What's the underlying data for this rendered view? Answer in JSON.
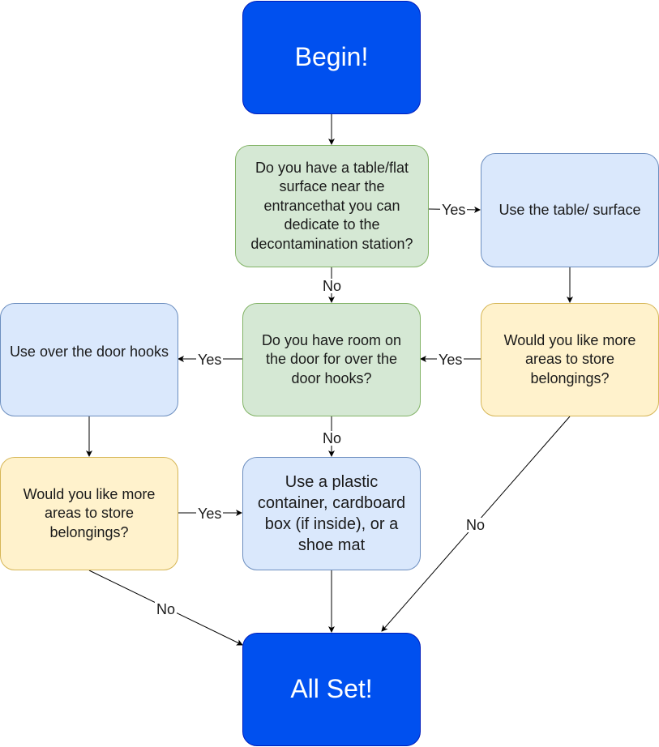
{
  "nodes": {
    "begin": "Begin!",
    "q_table": "Do you have a table/flat surface near the entrancethat you can dedicate to the decontamination station?",
    "use_table": "Use the table/ surface",
    "q_room_door": "Do you have room on the door for over the door hooks?",
    "use_hooks": "Use over the door hooks",
    "q_more_right": "Would you like more areas to store belongings?",
    "q_more_left": "Would you like more areas to store belongings?",
    "use_container": "Use a plastic container, cardboard box (if inside), or a shoe mat",
    "all_set": "All Set!"
  },
  "labels": {
    "yes_table": "Yes",
    "no_table": "No",
    "yes_hooks": "Yes",
    "yes_right_more": "Yes",
    "no_room_door": "No",
    "yes_left_more": "Yes",
    "no_right_more": "No",
    "no_left_more": "No"
  },
  "colors": {
    "start_end_fill": "#0050ef",
    "green_fill": "#d5e8d4",
    "blue_fill": "#dae8fc",
    "yellow_fill": "#fff2cc",
    "edge": "#000000"
  }
}
